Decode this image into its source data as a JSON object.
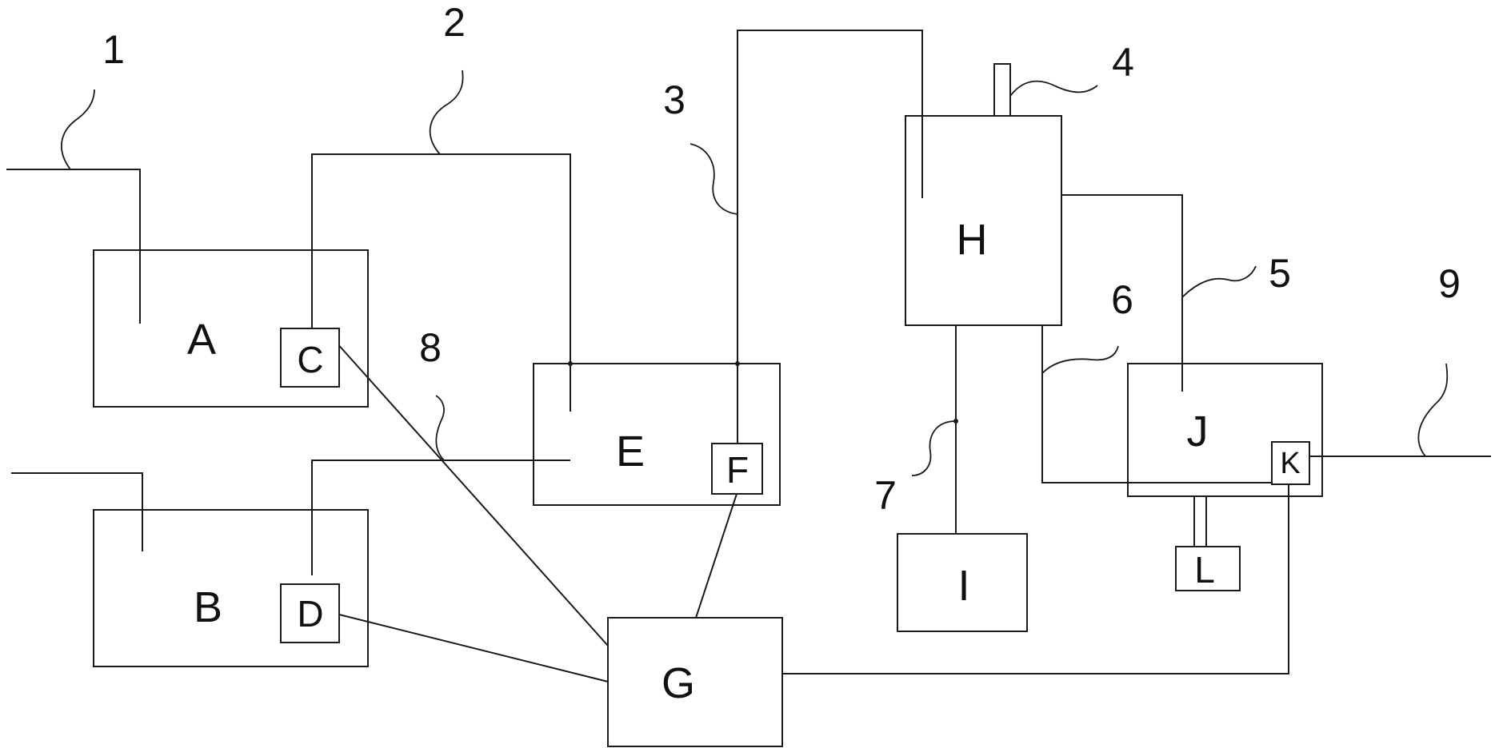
{
  "blocks": {
    "A": "A",
    "B": "B",
    "C": "C",
    "D": "D",
    "E": "E",
    "F": "F",
    "G": "G",
    "H": "H",
    "I": "I",
    "J": "J",
    "K": "K",
    "L": "L"
  },
  "callouts": {
    "n1": "1",
    "n2": "2",
    "n3": "3",
    "n4": "4",
    "n5": "5",
    "n6": "6",
    "n7": "7",
    "n8": "8",
    "n9": "9"
  }
}
